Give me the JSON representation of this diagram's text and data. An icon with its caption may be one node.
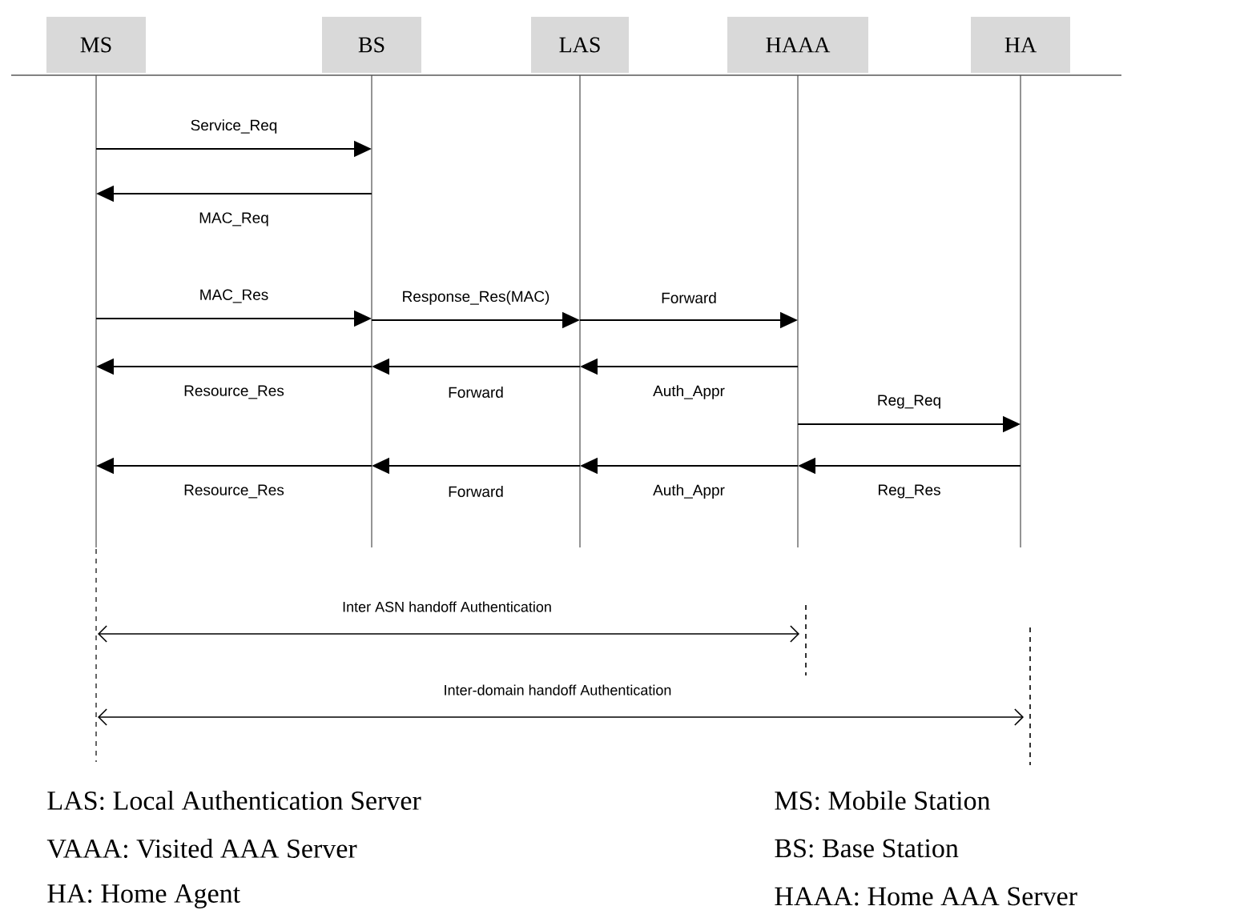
{
  "diagram": {
    "nodes": [
      {
        "text": [
          "MS"
        ]
      },
      {
        "text": [
          "BS"
        ]
      },
      {
        "text": [
          "LAS"
        ]
      },
      {
        "text": [
          "HAAA"
        ]
      },
      {
        "text": [
          "HA"
        ]
      }
    ],
    "edges": [
      {
        "from": 0,
        "to": 1,
        "arrow": "to",
        "label": "Service_Req"
      },
      {
        "from": 1,
        "to": 0,
        "arrow": "to",
        "label": "MAC_Req"
      },
      {
        "from": 0,
        "to": 1,
        "arrow": "to",
        "label": "MAC_Res"
      },
      {
        "from": 1,
        "to": 2,
        "arrow": "to",
        "label": "Response_Res(MAC)"
      },
      {
        "from": 2,
        "to": 3,
        "arrow": "to",
        "label": "Forward"
      },
      {
        "from": 1,
        "to": 0,
        "arrow": "to",
        "label": "Resource_Res"
      },
      {
        "from": 2,
        "to": 1,
        "arrow": "to",
        "label": "Forward"
      },
      {
        "from": 3,
        "to": 2,
        "arrow": "to",
        "label": "Auth_Appr"
      },
      {
        "from": 3,
        "to": 4,
        "arrow": "to",
        "label": "Reg_Req"
      },
      {
        "from": 1,
        "to": 0,
        "arrow": "to",
        "label": "Resource_Res"
      },
      {
        "from": 2,
        "to": 1,
        "arrow": "to",
        "label": "Forward"
      },
      {
        "from": 3,
        "to": 2,
        "arrow": "to",
        "label": "Auth_Appr"
      },
      {
        "from": 4,
        "to": 3,
        "arrow": "to",
        "label": "Reg_Res"
      }
    ],
    "labels": [
      "Inter ASN handoff Authentication",
      "Inter-domain handoff Authentication",
      "LAS: Local Authentication Server",
      "MS: Mobile Station",
      "VAAA: Visited AAA Server",
      "BS: Base Station",
      "HA: Home Agent",
      "HAAA: Home AAA Server"
    ]
  }
}
